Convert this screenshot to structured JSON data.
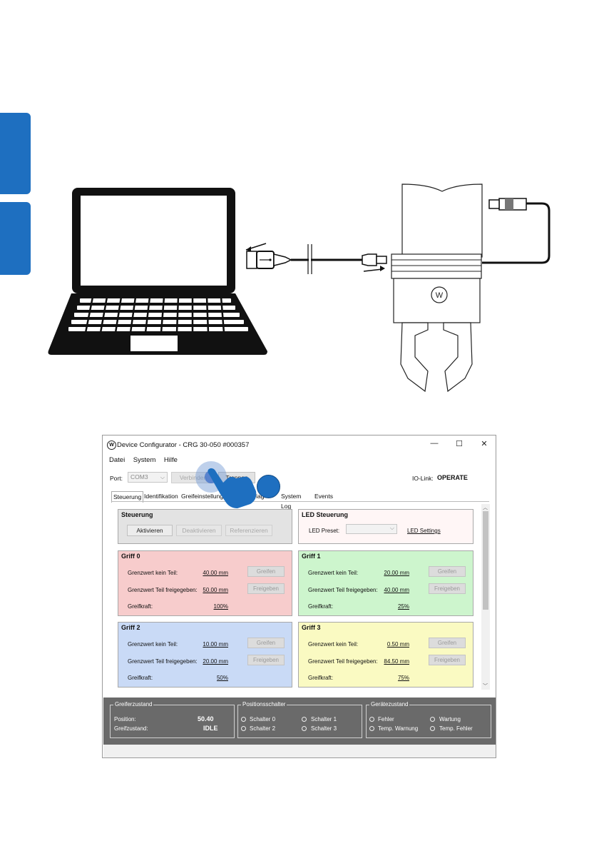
{
  "colors": {
    "accent": "#1e6fc0",
    "griff0": "#f7cccc",
    "griff1": "#cdf5cd",
    "griff2": "#c9daf6",
    "griff3": "#fafac2",
    "status_bg": "#6a6a6a"
  },
  "window": {
    "title": "Device Configurator - CRG 30-050 #000357",
    "controls": {
      "minimize": "—",
      "maximize": "☐",
      "close": "✕"
    }
  },
  "menu": [
    "Datei",
    "System",
    "Hilfe"
  ],
  "toolbar": {
    "port_label": "Port:",
    "port_value": "COM3",
    "connect_label": "Verbinden",
    "disconnect_label": "Trennen",
    "iolink_label": "IO-Link:",
    "iolink_value": "OPERATE"
  },
  "tabs": [
    "Steuerung",
    "Identifikation",
    "Greifeinstellung",
    "Diag",
    "System Log",
    "Events"
  ],
  "steuerung": {
    "title": "Steuerung",
    "activate": "Aktivieren",
    "deactivate": "Deaktivieren",
    "reference": "Referenzieren"
  },
  "led": {
    "title": "LED Steuerung",
    "preset_label": "LED Preset:",
    "preset_value": "",
    "settings_link": "LED Settings"
  },
  "labels": {
    "grenz_kein": "Grenzwert kein Teil:",
    "grenz_frei": "Grenzwert Teil freigegeben:",
    "kraft": "Greifkraft:",
    "greifen": "Greifen",
    "freigeben": "Freigeben"
  },
  "griffe": [
    {
      "title": "Griff 0",
      "kein": "40.00 mm",
      "frei": "50.00 mm",
      "kraft": "100%"
    },
    {
      "title": "Griff 1",
      "kein": "20.00 mm",
      "frei": "40.00 mm",
      "kraft": "25%"
    },
    {
      "title": "Griff 2",
      "kein": "10.00 mm",
      "frei": "20.00 mm",
      "kraft": "50%"
    },
    {
      "title": "Griff 3",
      "kein": "0.50 mm",
      "frei": "84.50 mm",
      "kraft": "75%"
    }
  ],
  "status": {
    "greifer": {
      "title": "Greiferzustand",
      "position_label": "Position:",
      "position_value": "50.40",
      "state_label": "Greifzustand:",
      "state_value": "IDLE"
    },
    "schalter": {
      "title": "Positionsschalter",
      "items": [
        "Schalter 0",
        "Schalter 1",
        "Schalter 2",
        "Schalter 3"
      ]
    },
    "geraet": {
      "title": "Gerätezustand",
      "items": [
        "Fehler",
        "Wartung",
        "Temp. Warnung",
        "Temp. Fehler"
      ]
    }
  },
  "illustration": {
    "gripper_logo": "W"
  },
  "icons": [
    "usb-icon",
    "hand-pointer-icon",
    "gripper-logo-icon"
  ]
}
